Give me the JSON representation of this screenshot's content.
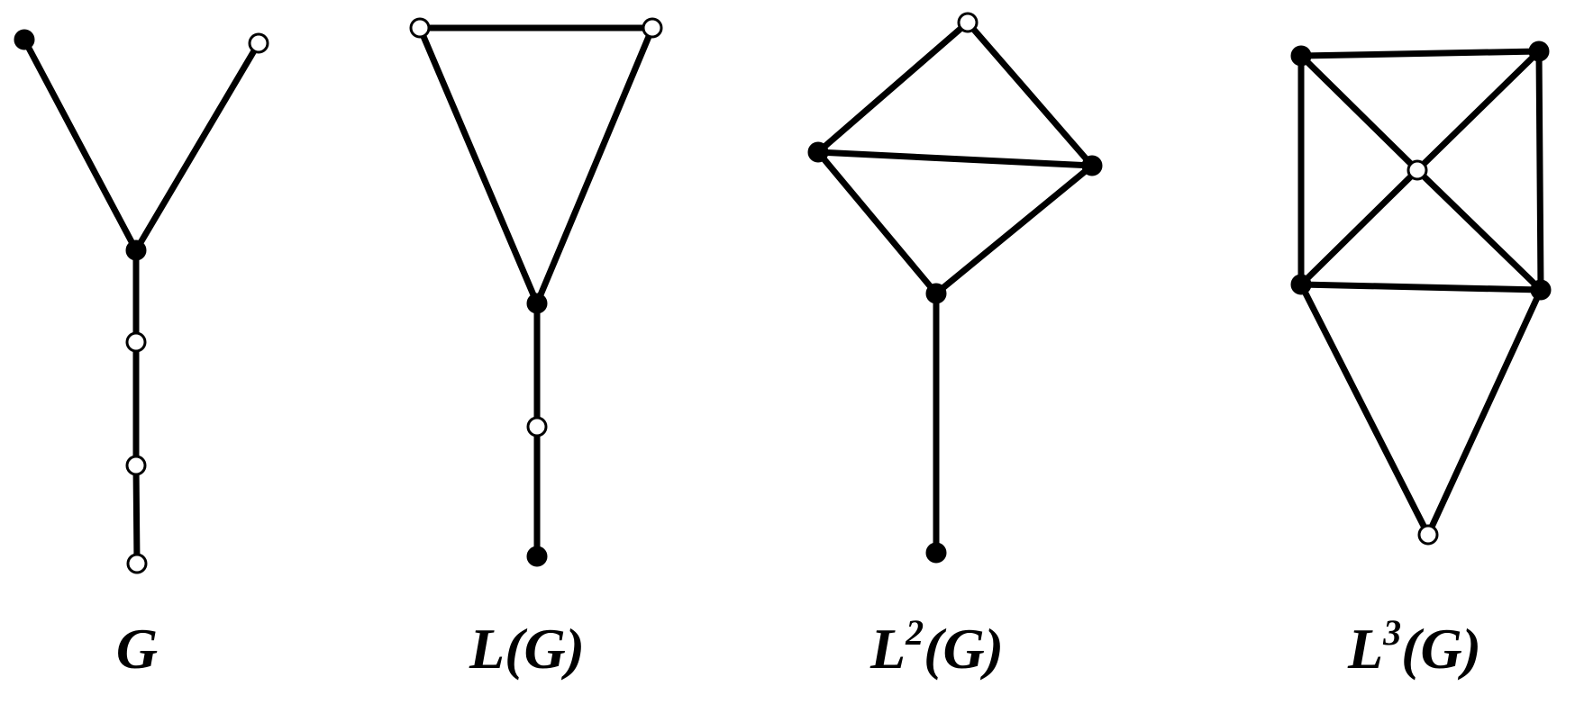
{
  "graphs": [
    {
      "id": "g",
      "caption": {
        "base": "G",
        "sup": "",
        "arg": ""
      },
      "vertices": [
        {
          "id": "a",
          "state": "filled"
        },
        {
          "id": "b",
          "state": "open"
        },
        {
          "id": "c",
          "state": "filled"
        },
        {
          "id": "d",
          "state": "open"
        },
        {
          "id": "e",
          "state": "open"
        },
        {
          "id": "f",
          "state": "open"
        }
      ],
      "edges": [
        [
          "a",
          "c"
        ],
        [
          "b",
          "c"
        ],
        [
          "c",
          "d"
        ],
        [
          "d",
          "e"
        ],
        [
          "e",
          "f"
        ]
      ]
    },
    {
      "id": "lg",
      "caption": {
        "base": "L",
        "sup": "",
        "arg": "(G)"
      },
      "vertices": [
        {
          "id": "a",
          "state": "open"
        },
        {
          "id": "b",
          "state": "open"
        },
        {
          "id": "c",
          "state": "filled"
        },
        {
          "id": "d",
          "state": "open"
        },
        {
          "id": "e",
          "state": "filled"
        }
      ],
      "edges": [
        [
          "a",
          "b"
        ],
        [
          "a",
          "c"
        ],
        [
          "b",
          "c"
        ],
        [
          "c",
          "d"
        ],
        [
          "d",
          "e"
        ]
      ]
    },
    {
      "id": "l2g",
      "caption": {
        "base": "L",
        "sup": "2",
        "arg": "(G)"
      },
      "vertices": [
        {
          "id": "top",
          "state": "open"
        },
        {
          "id": "left",
          "state": "filled"
        },
        {
          "id": "right",
          "state": "filled"
        },
        {
          "id": "mid",
          "state": "filled"
        },
        {
          "id": "bottom",
          "state": "filled"
        }
      ],
      "edges": [
        [
          "top",
          "left"
        ],
        [
          "top",
          "right"
        ],
        [
          "left",
          "right"
        ],
        [
          "left",
          "mid"
        ],
        [
          "right",
          "mid"
        ],
        [
          "mid",
          "bottom"
        ]
      ]
    },
    {
      "id": "l3g",
      "caption": {
        "base": "L",
        "sup": "3",
        "arg": "(G)"
      },
      "vertices": [
        {
          "id": "tl",
          "state": "filled"
        },
        {
          "id": "tr",
          "state": "filled"
        },
        {
          "id": "center",
          "state": "open"
        },
        {
          "id": "bl",
          "state": "filled"
        },
        {
          "id": "br",
          "state": "filled"
        },
        {
          "id": "bottom",
          "state": "open"
        }
      ],
      "edges": [
        [
          "tl",
          "tr"
        ],
        [
          "tl",
          "bl"
        ],
        [
          "tr",
          "br"
        ],
        [
          "bl",
          "br"
        ],
        [
          "tl",
          "center"
        ],
        [
          "center",
          "br"
        ],
        [
          "tr",
          "center"
        ],
        [
          "center",
          "bl"
        ],
        [
          "bl",
          "bottom"
        ],
        [
          "br",
          "bottom"
        ]
      ]
    }
  ]
}
